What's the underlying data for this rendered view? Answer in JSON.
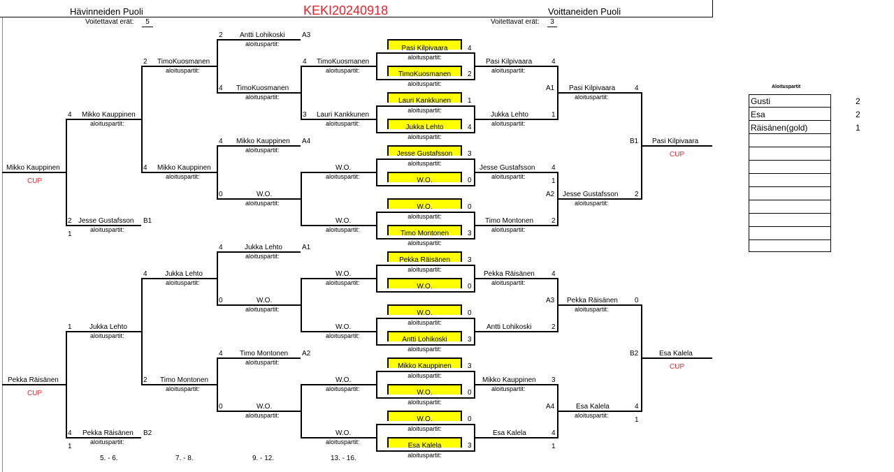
{
  "title": "KEKI20240918",
  "losers_header": "Hävinneiden Puoli",
  "winners_header": "Voittaneiden Puoli",
  "winnable_label": "Voitettavat erät:",
  "losers_winnable": "5",
  "winners_winnable": "3",
  "aloituspartit": "aloituspartit:",
  "cup": "CUP",
  "rounds": [
    "5. - 6.",
    "7. - 8.",
    "9. - 12.",
    "13. - 16."
  ],
  "side_table": {
    "title": "Aloituspartit",
    "rows": [
      {
        "name": "Gusti",
        "value": "2"
      },
      {
        "name": "Esa",
        "value": "2"
      },
      {
        "name": "Räisänen(gold)",
        "value": "1"
      }
    ]
  },
  "names": {
    "antti_lohikoski": "Antti Lohikoski",
    "timokuosmanen": "TimoKuosmanen",
    "mikko_kauppinen": "Mikko Kauppinen",
    "mikko_kauppinen_short": "Mikko Kauppinen",
    "jesse_gustafsson": "Jesse Gustafsson",
    "jukka_lehto": "Jukka Lehto",
    "timo_montonen": "Timo Montonen",
    "pekka_raisanen": "Pekka Räisänen",
    "pasi_kilpivaara": "Pasi Kilpivaara",
    "lauri_kankkunen": "Lauri Kankkunen",
    "esa_kalela": "Esa Kalela",
    "wo": "W.O."
  },
  "marks": {
    "a1": "A1",
    "a2": "A2",
    "a3": "A3",
    "a4": "A4",
    "b1": "B1",
    "b2": "B2"
  },
  "scores": {
    "n0": "0",
    "n1": "1",
    "n2": "2",
    "n3": "3",
    "n4": "4"
  }
}
